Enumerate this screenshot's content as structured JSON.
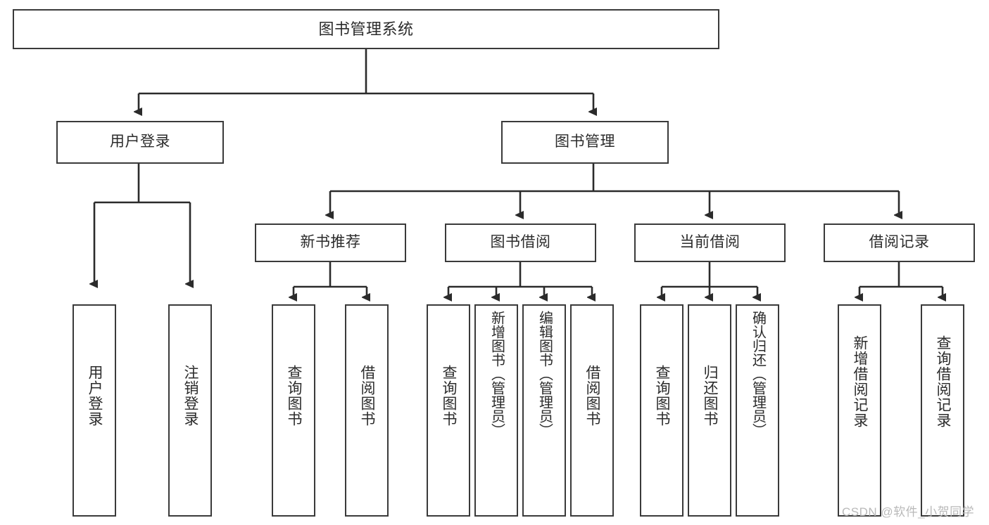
{
  "diagram": {
    "type": "tree",
    "title": "图书管理系统",
    "watermark": "CSDN @软件_小贺同学",
    "colors": {
      "box_border": "#3a3a3a",
      "box_fill": "#ffffff",
      "connector": "#2b2b2b",
      "text": "#2b2b2b",
      "watermark": "#b9b9b9",
      "page_background": "#ffffff"
    },
    "levels": {
      "root": [
        "图书管理系统"
      ],
      "level1": [
        "用户登录",
        "图书管理"
      ],
      "level2": [
        "新书推荐",
        "图书借阅",
        "当前借阅",
        "借阅记录"
      ],
      "leaves": [
        "用户登录",
        "注销登录",
        "查询图书",
        "借阅图书",
        "查询图书",
        "新增图书（管理员）",
        "编辑图书（管理员）",
        "借阅图书",
        "查询图书",
        "归还图书",
        "确认归还（管理员）",
        "新增借阅记录",
        "查询借阅记录"
      ]
    },
    "nodes": {
      "root": {
        "label": "图书管理系统"
      },
      "user_login": {
        "label": "用户登录"
      },
      "book_manage": {
        "label": "图书管理"
      },
      "new_book_rec": {
        "label": "新书推荐"
      },
      "book_borrow": {
        "label": "图书借阅"
      },
      "current_borrow": {
        "label": "当前借阅"
      },
      "borrow_record": {
        "label": "借阅记录"
      },
      "leaf_user_login": {
        "label": "用户登录"
      },
      "leaf_logout": {
        "label": "注销登录"
      },
      "leaf_query_book_1": {
        "label": "查询图书"
      },
      "leaf_borrow_book_1": {
        "label": "借阅图书"
      },
      "leaf_query_book_2": {
        "label": "查询图书"
      },
      "leaf_add_book": {
        "label": "新增图书（管理员）"
      },
      "leaf_edit_book": {
        "label": "编辑图书（管理员）"
      },
      "leaf_borrow_book_2": {
        "label": "借阅图书"
      },
      "leaf_query_book_3": {
        "label": "查询图书"
      },
      "leaf_return_book": {
        "label": "归还图书"
      },
      "leaf_confirm_return": {
        "label": "确认归还（管理员）"
      },
      "leaf_add_record": {
        "label": "新增借阅记录"
      },
      "leaf_query_record": {
        "label": "查询借阅记录"
      }
    },
    "edges": [
      {
        "from": "root",
        "to": "user_login"
      },
      {
        "from": "root",
        "to": "book_manage"
      },
      {
        "from": "user_login",
        "to": "leaf_user_login"
      },
      {
        "from": "user_login",
        "to": "leaf_logout"
      },
      {
        "from": "book_manage",
        "to": "new_book_rec"
      },
      {
        "from": "book_manage",
        "to": "book_borrow"
      },
      {
        "from": "book_manage",
        "to": "current_borrow"
      },
      {
        "from": "book_manage",
        "to": "borrow_record"
      },
      {
        "from": "new_book_rec",
        "to": "leaf_query_book_1"
      },
      {
        "from": "new_book_rec",
        "to": "leaf_borrow_book_1"
      },
      {
        "from": "book_borrow",
        "to": "leaf_query_book_2"
      },
      {
        "from": "book_borrow",
        "to": "leaf_add_book"
      },
      {
        "from": "book_borrow",
        "to": "leaf_edit_book"
      },
      {
        "from": "book_borrow",
        "to": "leaf_borrow_book_2"
      },
      {
        "from": "current_borrow",
        "to": "leaf_query_book_3"
      },
      {
        "from": "current_borrow",
        "to": "leaf_return_book"
      },
      {
        "from": "current_borrow",
        "to": "leaf_confirm_return"
      },
      {
        "from": "borrow_record",
        "to": "leaf_add_record"
      },
      {
        "from": "borrow_record",
        "to": "leaf_query_record"
      }
    ]
  }
}
